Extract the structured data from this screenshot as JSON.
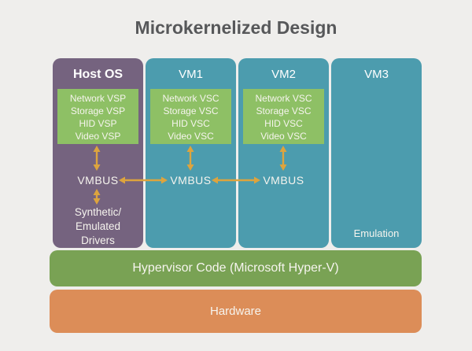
{
  "title": "Microkernelized Design",
  "columns": [
    {
      "label": "Host OS",
      "components": [
        "Network VSP",
        "Storage VSP",
        "HID VSP",
        "Video VSP"
      ],
      "bus": "VMBUS",
      "footer_lines": [
        "Synthetic/",
        "Emulated",
        "Drivers"
      ]
    },
    {
      "label": "VM1",
      "components": [
        "Network VSC",
        "Storage VSC",
        "HID VSC",
        "Video VSC"
      ],
      "bus": "VMBUS"
    },
    {
      "label": "VM2",
      "components": [
        "Network VSC",
        "Storage VSC",
        "HID VSC",
        "Video VSC"
      ],
      "bus": "VMBUS"
    },
    {
      "label": "VM3",
      "footer": "Emulation"
    }
  ],
  "layers": {
    "hypervisor": "Hypervisor Code (Microsoft Hyper-V)",
    "hardware": "Hardware"
  },
  "colors": {
    "background": "#efeeec",
    "title_text": "#57585a",
    "host_os_fill": "#75637f",
    "vm_fill": "#4c9cae",
    "component_box_fill": "#8ec065",
    "hypervisor_fill": "#79a254",
    "hardware_fill": "#dc8d58",
    "arrow": "#dda43e",
    "label_text": "#ffffff"
  }
}
